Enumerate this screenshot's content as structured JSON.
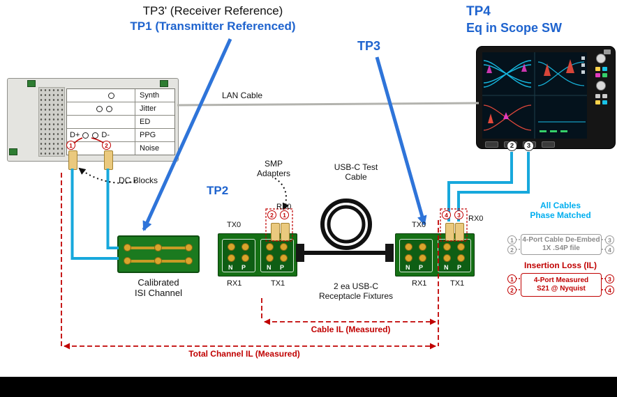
{
  "colors": {
    "blue": "#1E63CE",
    "cyan_cable": "#17A8DC",
    "cyan_text": "#00AEEF",
    "red": "#C00000",
    "pcb_green": "#156F15",
    "gold": "#D9A52C",
    "gray": "#8a8a8a"
  },
  "titles": {
    "tp3p": "TP3' (Receiver Reference)",
    "tp1": "TP1 (Transmitter Referenced)",
    "tp4": "TP4",
    "tp4sub": "Eq in Scope SW",
    "tp3": "TP3",
    "tp2": "TP2"
  },
  "instrument": {
    "synth": "Synth",
    "jitter": "Jitter",
    "ed": "ED",
    "ppg": "PPG",
    "noise": "Noise",
    "dplus": "D+",
    "dminus": "D-"
  },
  "nums": {
    "n1": "1",
    "n2": "2",
    "n3": "3",
    "n4": "4"
  },
  "labels": {
    "lan": "LAN Cable",
    "dc_blocks": "DC Blocks",
    "smp": [
      "SMP",
      "Adapters"
    ],
    "usb": [
      "USB-C Test",
      "Cable"
    ],
    "isi": [
      "Calibrated",
      "ISI Channel"
    ],
    "recept": [
      "2 ea USB-C",
      "Receptacle Fixtures"
    ]
  },
  "fixture": {
    "tx0": "TX0",
    "rx0": "RX0",
    "rx1": "RX1",
    "tx1": "TX1",
    "np": "N P"
  },
  "legend": {
    "phase": [
      "All Cables",
      "Phase Matched"
    ],
    "deembed": [
      "4-Port Cable De-Embed",
      "1X .S4P file"
    ],
    "il": "Insertion Loss (IL)",
    "meas": [
      "4-Port Measured",
      "S21 @ Nyquist"
    ]
  },
  "measure": {
    "cable": "Cable IL (Measured)",
    "total": "Total Channel IL (Measured)"
  }
}
